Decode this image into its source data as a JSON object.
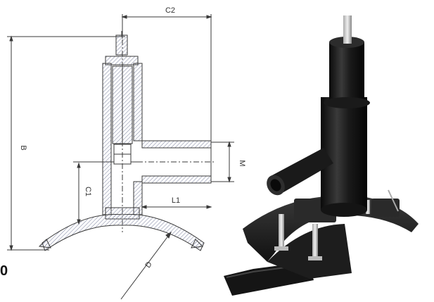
{
  "drawing": {
    "dimension_labels": {
      "c2": "C2",
      "b": "B",
      "m": "M",
      "l1": "L1",
      "c1": "C1",
      "d": "D"
    }
  },
  "edge_glyph": "0",
  "colors": {
    "line": "#3a3a3a",
    "hatch": "#9aa0b8",
    "product_body": "#1c1c1c",
    "background": "#ffffff"
  }
}
